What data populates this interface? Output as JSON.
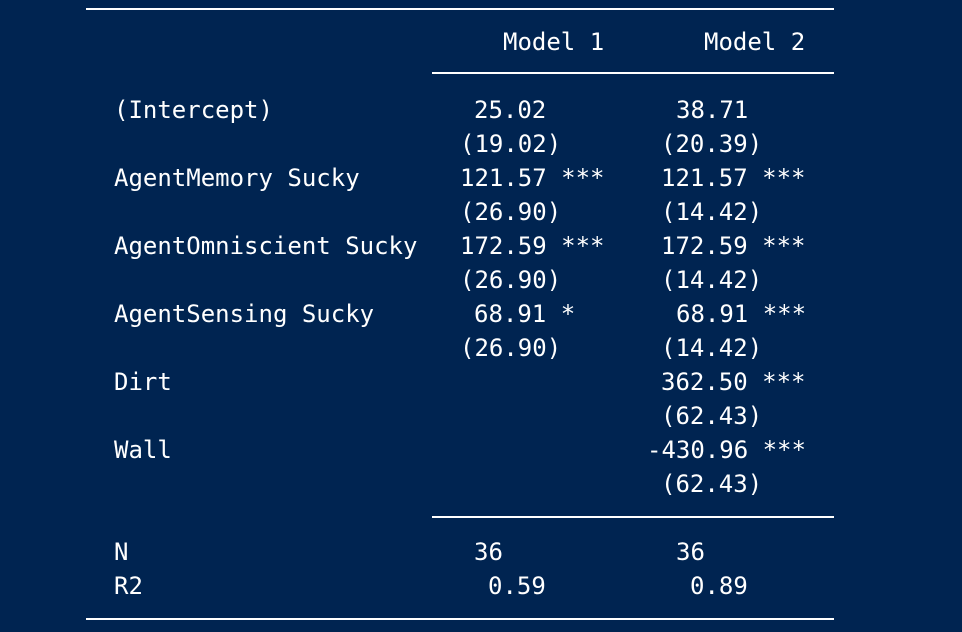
{
  "table": {
    "headers": [
      "Model 1",
      "Model 2"
    ],
    "rows": [
      {
        "label": "(Intercept)",
        "model1": "25.02",
        "model2": "38.71"
      },
      {
        "label": "",
        "model1": "(19.02)",
        "model2": "(20.39)"
      },
      {
        "label": "AgentMemory Sucky",
        "model1": "121.57 ***",
        "model2": "121.57 ***"
      },
      {
        "label": "",
        "model1": "(26.90)",
        "model2": "(14.42)"
      },
      {
        "label": "AgentOmniscient Sucky",
        "model1": "172.59 ***",
        "model2": "172.59 ***"
      },
      {
        "label": "",
        "model1": "(26.90)",
        "model2": "(14.42)"
      },
      {
        "label": "AgentSensing Sucky",
        "model1": "68.91 *",
        "model2": "68.91 ***"
      },
      {
        "label": "",
        "model1": "(26.90)",
        "model2": "(14.42)"
      },
      {
        "label": "Dirt",
        "model1": "",
        "model2": "362.50 ***"
      },
      {
        "label": "",
        "model1": "",
        "model2": "(62.43)"
      },
      {
        "label": "Wall",
        "model1": "",
        "model2": "-430.96 ***"
      },
      {
        "label": "",
        "model1": "",
        "model2": "(62.43)"
      }
    ],
    "stats": [
      {
        "label": "N",
        "model1": "36",
        "model2": "36"
      },
      {
        "label": "R2",
        "model1": "0.59",
        "model2": "0.89"
      }
    ]
  }
}
